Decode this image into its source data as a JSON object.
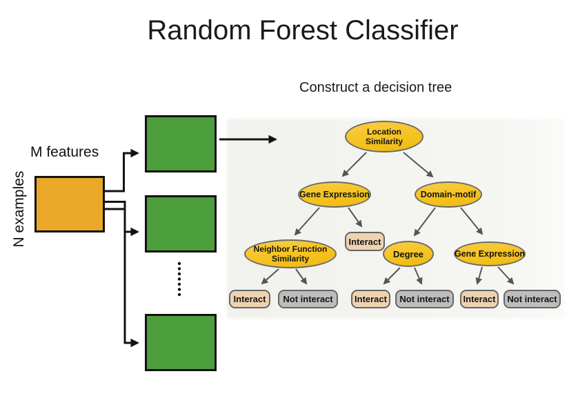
{
  "title": "Random Forest Classifier",
  "left_panel": {
    "cols_label": "M features",
    "rows_label": "N examples"
  },
  "tree": {
    "heading": "Construct a decision tree",
    "nodes": {
      "root": "Location Similarity",
      "left_child": "Gene Expression",
      "right_child": "Domain-motif",
      "left_grandchild": "Neighbor Function Similarity",
      "mid_leaf": "Interact",
      "degree": "Degree",
      "right_grandchild": "Gene Expression"
    },
    "leaves": [
      "Interact",
      "Not interact",
      "Interact",
      "Not interact",
      "Interact",
      "Not interact"
    ]
  },
  "colors": {
    "matrix-orange": "#EAA829",
    "tree-green": "#4C9E3C",
    "node-yellow": "#F5C31F",
    "leaf-tan": "#EFD3B0",
    "leaf-gray": "#BDBDBD",
    "node-border": "#6A6A6B",
    "arrow-gray": "#54555A",
    "line-black": "#121212",
    "tree-bg": "#F2F2EF"
  }
}
